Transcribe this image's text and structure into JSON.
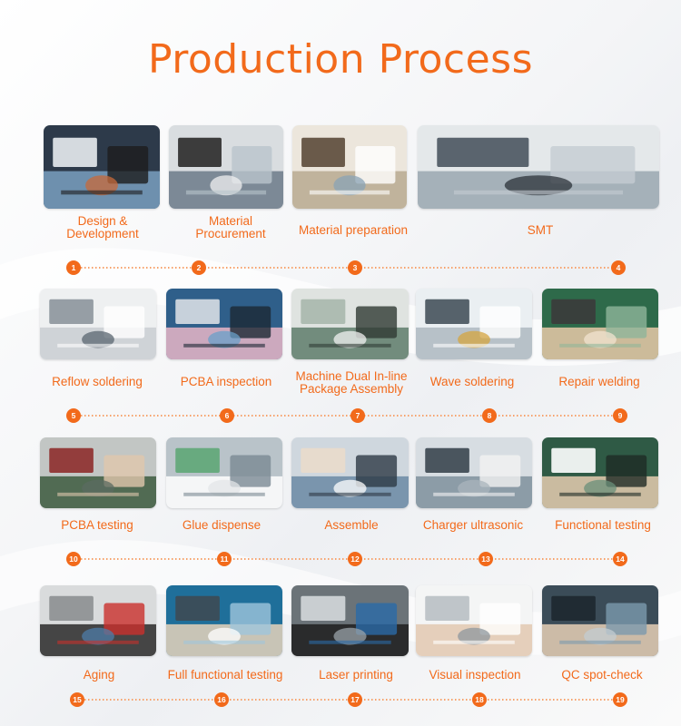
{
  "page": {
    "title": "Production Process",
    "accent_color": "#f26a1b"
  },
  "steps": [
    {
      "number": "1",
      "label": "Design & Development",
      "lines": [
        "Design &",
        "Development"
      ],
      "photo": "engineer-at-monitor-photo"
    },
    {
      "number": "2",
      "label": "Material Procurement",
      "lines": [
        "Material",
        "Procurement"
      ],
      "photo": "office-computer-photo"
    },
    {
      "number": "3",
      "label": "Material preparation",
      "lines": [
        "Material preparation"
      ],
      "photo": "warehouse-shelf-photo"
    },
    {
      "number": "4",
      "label": "SMT",
      "lines": [
        "SMT"
      ],
      "photo": "smt-machine-photo"
    },
    {
      "number": "5",
      "label": "Reflow soldering",
      "lines": [
        "Reflow soldering"
      ],
      "photo": "reflow-oven-photo"
    },
    {
      "number": "6",
      "label": "PCBA inspection",
      "lines": [
        "PCBA inspection"
      ],
      "photo": "inspection-station-photo"
    },
    {
      "number": "7",
      "label": "Machine Dual In-line Package Assembly",
      "lines": [
        "Machine Dual In-line",
        "Package Assembly"
      ],
      "photo": "dip-assembly-photo"
    },
    {
      "number": "8",
      "label": "Wave soldering",
      "lines": [
        "Wave soldering"
      ],
      "photo": "wave-solder-machine-photo"
    },
    {
      "number": "9",
      "label": "Repair welding",
      "lines": [
        "Repair welding"
      ],
      "photo": "repair-welding-photo"
    },
    {
      "number": "10",
      "label": "PCBA testing",
      "lines": [
        "PCBA testing"
      ],
      "photo": "pcba-testing-photo"
    },
    {
      "number": "11",
      "label": "Glue dispense",
      "lines": [
        "Glue dispense"
      ],
      "photo": "glue-dispense-photo"
    },
    {
      "number": "12",
      "label": "Assemble",
      "lines": [
        "Assemble"
      ],
      "photo": "assemble-photo"
    },
    {
      "number": "13",
      "label": "Charger ultrasonic",
      "lines": [
        "Charger ultrasonic"
      ],
      "photo": "ultrasonic-machine-photo"
    },
    {
      "number": "14",
      "label": "Functional testing",
      "lines": [
        "Functional testing"
      ],
      "photo": "functional-testing-photo"
    },
    {
      "number": "15",
      "label": "Aging",
      "lines": [
        "Aging"
      ],
      "photo": "aging-rack-photo"
    },
    {
      "number": "16",
      "label": "Full functional testing",
      "lines": [
        "Full functional testing"
      ],
      "photo": "full-functional-testing-photo"
    },
    {
      "number": "17",
      "label": "Laser printing",
      "lines": [
        "Laser printing"
      ],
      "photo": "laser-printing-photo"
    },
    {
      "number": "18",
      "label": "Visual inspection",
      "lines": [
        "Visual inspection"
      ],
      "photo": "visual-inspection-photo"
    },
    {
      "number": "19",
      "label": "QC spot-check",
      "lines": [
        "QC spot-check"
      ],
      "photo": "qc-spot-check-photo"
    }
  ]
}
